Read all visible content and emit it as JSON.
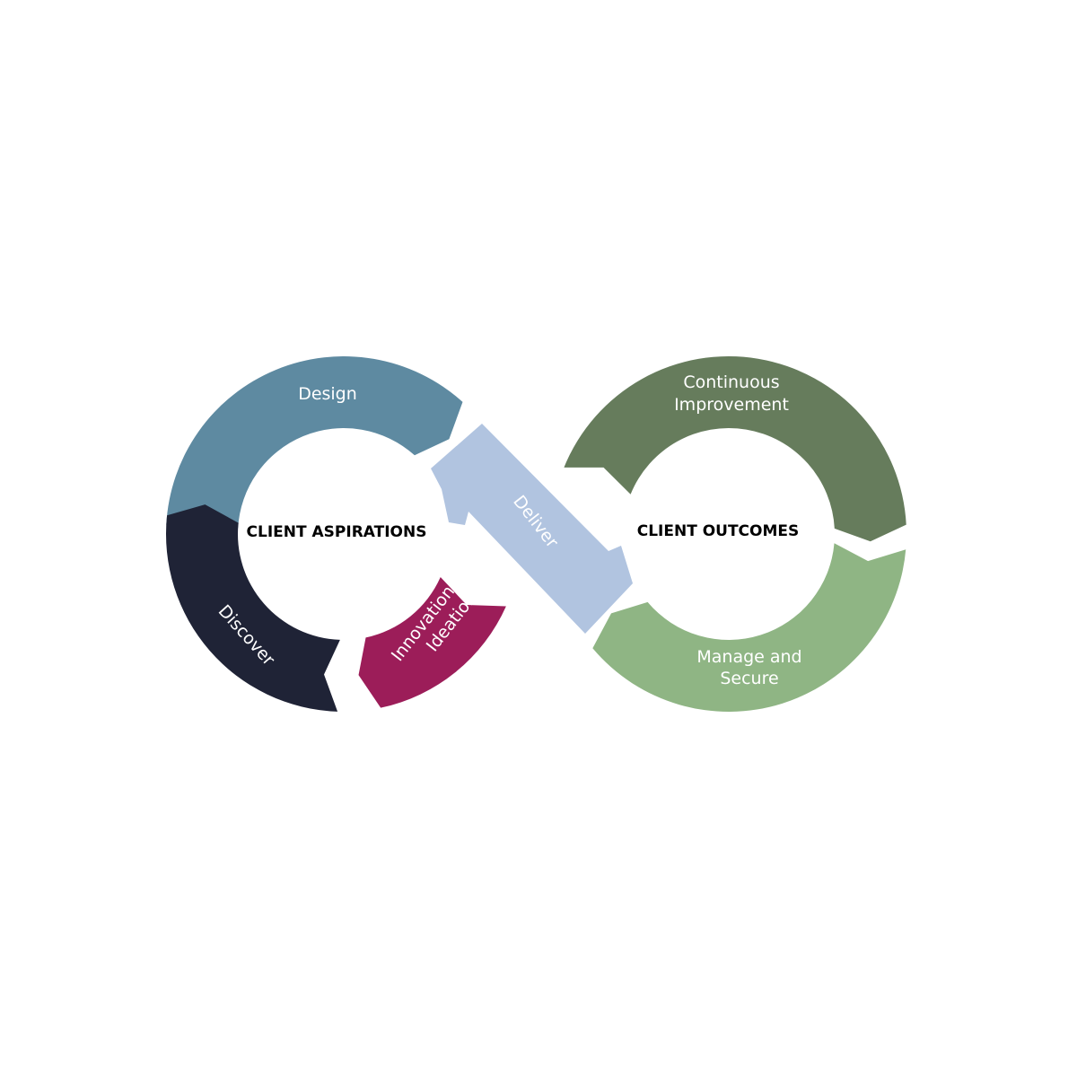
{
  "left_loop": {
    "center_label": "CLIENT ASPIRATIONS",
    "segments": [
      {
        "label": "Design",
        "color": "#5e8aa1"
      },
      {
        "label": "Discover",
        "color": "#1f2336"
      },
      {
        "label_line1": "Innovation and",
        "label_line2": "Ideation",
        "color": "#9c1d59"
      }
    ]
  },
  "connector": {
    "label": "Deliver",
    "color": "#b1c4e0"
  },
  "right_loop": {
    "center_label": "CLIENT OUTCOMES",
    "segments": [
      {
        "label_line1": "Continuous",
        "label_line2": "Improvement",
        "color": "#667c5c"
      },
      {
        "label_line1": "Manage and",
        "label_line2": "Secure",
        "color": "#8fb584"
      }
    ]
  }
}
